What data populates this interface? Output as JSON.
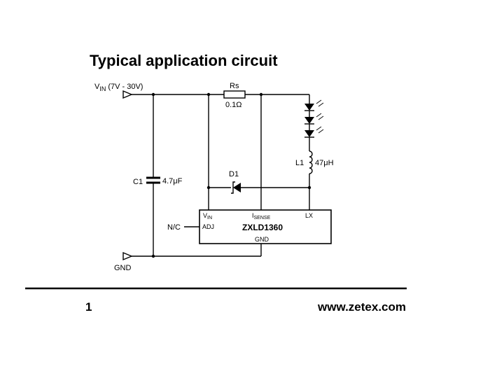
{
  "title": "Typical application circuit",
  "vin_label": "V",
  "vin_sub": "IN",
  "vin_range": "(7V - 30V)",
  "gnd_label": "GND",
  "nc_label": "N/C",
  "rs": {
    "name": "Rs",
    "value": "0.1Ω"
  },
  "c1": {
    "name": "C1",
    "value": "4.7μF"
  },
  "d1": {
    "name": "D1"
  },
  "l1": {
    "name": "L1",
    "value": "47μH"
  },
  "chip": {
    "name": "ZXLD1360",
    "pin_vin": "V",
    "pin_vin_sub": "IN",
    "pin_isense": "I",
    "pin_isense_sub": "SENSE",
    "pin_lx": "LX",
    "pin_adj": "ADJ",
    "pin_gnd": "GND"
  },
  "footer": {
    "page": "1",
    "url": "www.zetex.com"
  }
}
